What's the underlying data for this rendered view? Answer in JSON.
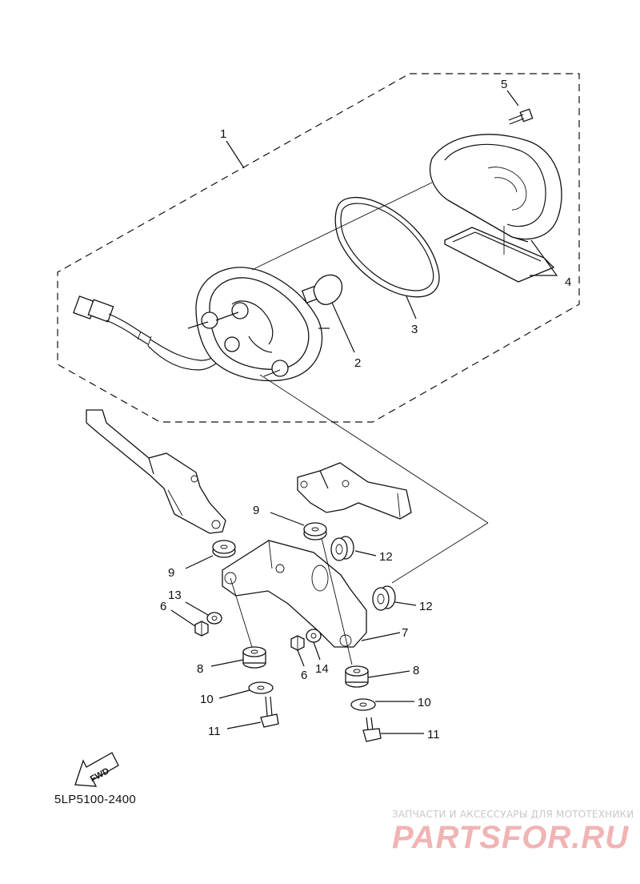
{
  "callouts": {
    "c1": "1",
    "c2": "2",
    "c3": "3",
    "c4": "4",
    "c5": "5",
    "c6a": "6",
    "c6b": "6",
    "c7": "7",
    "c8a": "8",
    "c8b": "8",
    "c9a": "9",
    "c9b": "9",
    "c10a": "10",
    "c10b": "10",
    "c11a": "11",
    "c11b": "11",
    "c12a": "12",
    "c12b": "12",
    "c13": "13",
    "c14": "14"
  },
  "fwd_label": "FWD",
  "diagram_code": "5LP5100-2400",
  "watermark": {
    "tagline": "ЗАПЧАСТИ И АКСЕССУАРЫ ДЛЯ МОТОТЕХНИКИ",
    "logo": "PARTSFOR.RU"
  }
}
